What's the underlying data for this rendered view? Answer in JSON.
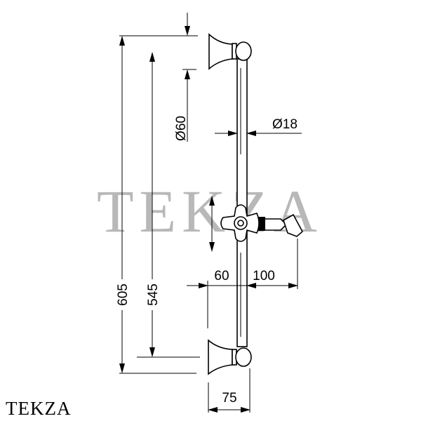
{
  "watermark": "TEKZA",
  "brand": "TEKZA",
  "dimensions": {
    "total_height": "605",
    "bracket_spacing": "545",
    "rosette_diameter": "Ø60",
    "bar_diameter": "Ø18",
    "wall_to_bar": "60",
    "bar_to_holder": "100",
    "bracket_depth": "75"
  }
}
